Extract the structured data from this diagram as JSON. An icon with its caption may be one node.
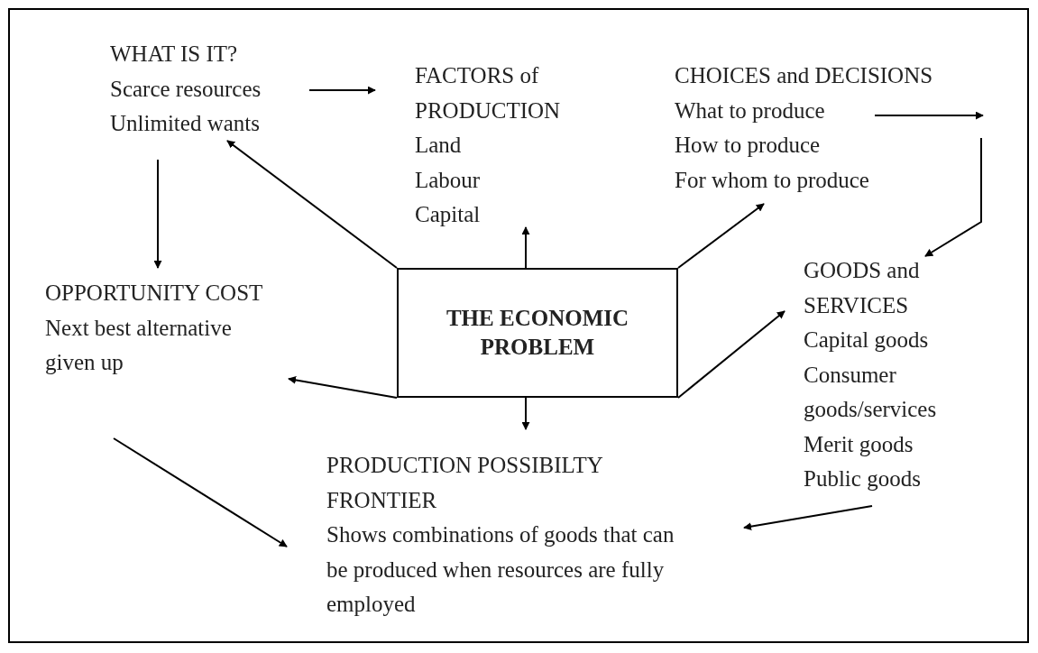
{
  "diagram": {
    "nodes": [
      {
        "text": [
          "THE ECONOMIC PROBLEM"
        ]
      },
      {
        "text": [
          "WHAT IS IT?",
          "Scarce resources",
          "Unlimited wants"
        ]
      },
      {
        "text": [
          "FACTORS of PRODUCTION",
          "Land",
          "Labour",
          "Capital"
        ]
      },
      {
        "text": [
          "CHOICES and DECISIONS",
          "What to produce",
          "How to produce",
          "For whom to produce"
        ]
      },
      {
        "text": [
          "OPPORTUNITY COST",
          "Next best alternative given up"
        ]
      },
      {
        "text": [
          "GOODS and SERVICES",
          "Capital goods",
          "Consumer goods/services",
          "Merit goods",
          "Public goods"
        ]
      },
      {
        "text": [
          "PRODUCTION POSSIBILTY FRONTIER",
          "Shows combinations of goods that can be produced when resources are fully employed"
        ]
      }
    ],
    "edges": [
      {
        "from": 0,
        "to": 1,
        "arrow": "to"
      },
      {
        "from": 0,
        "to": 2,
        "arrow": "to"
      },
      {
        "from": 0,
        "to": 3,
        "arrow": "to"
      },
      {
        "from": 0,
        "to": 4,
        "arrow": "to"
      },
      {
        "from": 0,
        "to": 5,
        "arrow": "to"
      },
      {
        "from": 0,
        "to": 6,
        "arrow": "to"
      },
      {
        "from": 1,
        "to": 2,
        "arrow": "to"
      },
      {
        "from": 1,
        "to": 4,
        "arrow": "to"
      },
      {
        "from": 3,
        "to": null,
        "arrow": "to"
      },
      {
        "from": null,
        "to": 5,
        "arrow": "to"
      },
      {
        "from": 4,
        "to": 6,
        "arrow": "to"
      },
      {
        "from": 5,
        "to": 6,
        "arrow": "to"
      }
    ]
  }
}
